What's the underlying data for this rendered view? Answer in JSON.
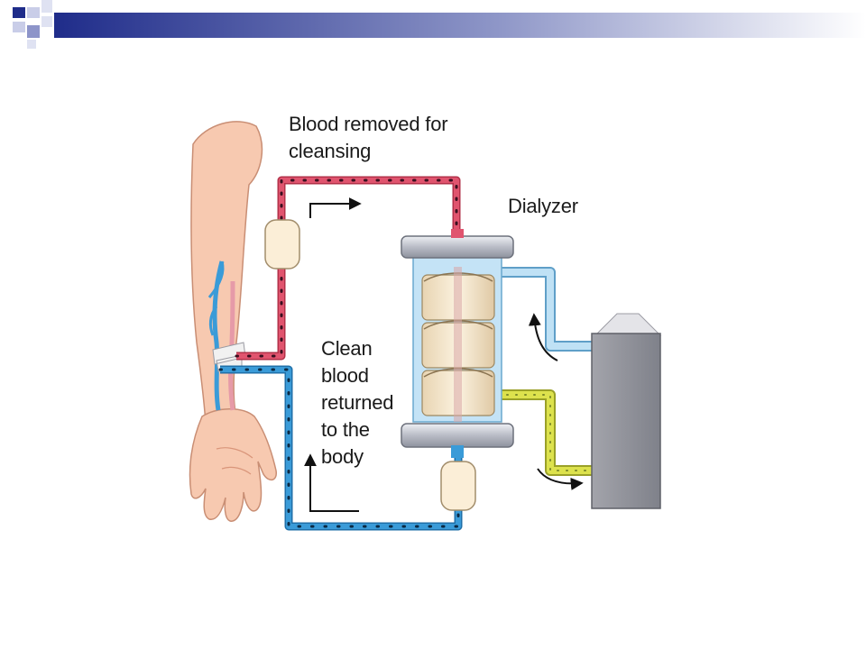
{
  "labels": {
    "blood_removed": [
      "Blood removed for",
      "cleansing"
    ],
    "dialyzer": "Dialyzer",
    "clean_blood": [
      "Clean",
      "blood",
      "returned",
      "to the",
      "body"
    ]
  },
  "colors": {
    "header_navy": "#1f2c8a",
    "arterial_line": "#e0546e",
    "venous_line": "#3a9bd8",
    "dialysate_in": "#a9d6f0",
    "dialysate_out": "#d9e04a",
    "machine": "#9a9ba3",
    "skin": "#f7c9b0"
  }
}
